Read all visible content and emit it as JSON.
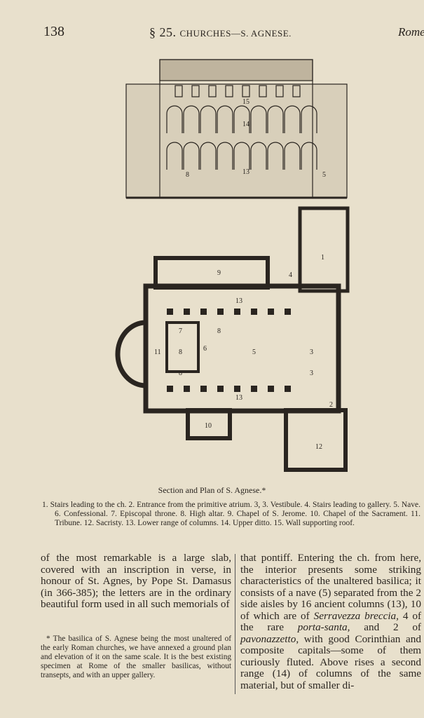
{
  "header": {
    "page_number": "138",
    "section": "§ 25.",
    "title": "CHURCHES—S. AGNESE.",
    "running_right": "Rome."
  },
  "figure": {
    "section_labels": [
      "15",
      "14",
      "13",
      "8",
      "5"
    ],
    "plan_labels": [
      "1",
      "2",
      "3",
      "3",
      "4",
      "5",
      "6",
      "7",
      "8",
      "8",
      "8",
      "9",
      "10",
      "11",
      "12",
      "13",
      "13"
    ],
    "caption": "Section and Plan of S. Agnese.*"
  },
  "legend": "1. Stairs leading to the ch. 2. Entrance from the primitive atrium. 3, 3. Vestibule. 4. Stairs leading to gallery. 5. Nave. 6. Confessional. 7. Episcopal throne. 8. High altar. 9. Chapel of S. Jerome. 10. Chapel of the Sacrament. 11. Tribune. 12. Sacristy. 13. Lower range of columns. 14. Upper ditto. 15. Wall supporting roof.",
  "left_column": "of the most remarkable is a large slab, covered with an inscription in verse, in honour of St. Agnes, by Pope St. Damasus (in 366-385); the letters are in the ordinary beautiful form used in all such memorials of",
  "footnote": "* The basilica of S. Agnese being the most unaltered of the early Roman churches, we have annexed a ground plan and elevation of it on the same scale. It is the best existing specimen at Rome of the smaller basilicas, without transepts, and with an upper gallery.",
  "right_column": {
    "part1": "that pontiff. Entering the ch. from here, the interior presents some striking characteristics of the unaltered basilica; it consists of a nave (5) separated from the 2 side aisles by 16 ancient columns (13), 10 of which are of",
    "italic1": "Serravezza breccia",
    "part2": ", 4 of the rare",
    "italic2": "porta-santa",
    "part3": ", and 2 of",
    "italic3": "pavonazzetto",
    "part4": ", with good Corinthian and composite capitals—some of them curiously fluted. Above rises a second range (14) of columns of the same material, but of smaller di-"
  }
}
